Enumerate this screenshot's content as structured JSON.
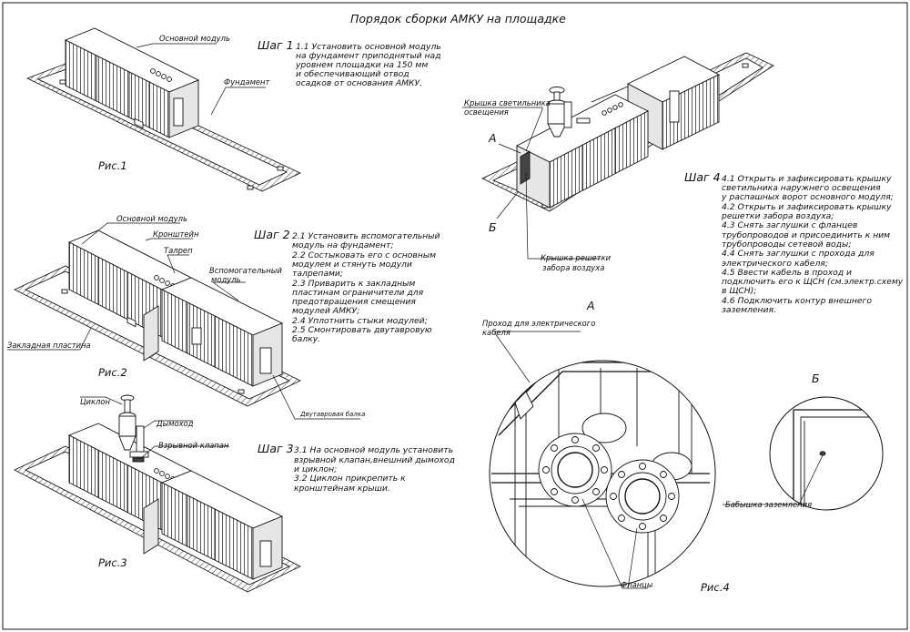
{
  "title": "Порядок сборки АМКУ на площадке",
  "labels": {
    "main_module": "Основной модуль",
    "foundation": "Фундамент",
    "main_module_2": "Основной модуль",
    "bracket": "Кронштейн",
    "turnbuckle": "Талреп",
    "aux_module_1": "Вспомогательный",
    "aux_module_2": "модуль",
    "embedded_plate": "Закладная пластина",
    "i_beam": "Двутавровая балка",
    "cyclone": "Циклон",
    "flue": "Дымоход",
    "blast_valve": "Взрывной клапан",
    "lamp_cover_1": "Крышка светильника",
    "lamp_cover_2": "освещения",
    "grille_cover_1": "Крышка решетки",
    "grille_cover_2": "забора воздуха",
    "cable_passage_1": "Проход для электрического",
    "cable_passage_2": "кабеля",
    "flanges": "Фланцы",
    "ground_boss": "Бабышка заземления",
    "callout_a": "А",
    "callout_b": "Б",
    "detail_a": "А",
    "detail_b": "Б"
  },
  "figures": [
    "Рис.1",
    "Рис.2",
    "Рис.3",
    "Рис.4"
  ],
  "steps": [
    {
      "heading": "Шаг 1",
      "lines": [
        "1.1 Установить основной модуль",
        "на фундамент приподнятый над",
        "уровнем площадки на 150 мм",
        "и обеспечивающий отвод",
        "осадков от основания АМКУ."
      ]
    },
    {
      "heading": "Шаг 2",
      "lines": [
        "2.1 Установить вспомогательный",
        "модуль на фундамент;",
        "2.2 Состыковать его с основным",
        "модулем и стянуть модули",
        "талрепами;",
        "2.3 Приварить к закладным",
        "пластинам ограничители для",
        "предотвращения смещения",
        "модулей АМКУ;",
        "2.4 Уплотнить стыки модулей;",
        "2.5 Смонтировать двутавровую",
        "балку."
      ]
    },
    {
      "heading": "Шаг 3",
      "lines": [
        "3.1 На основной модуль установить",
        "взрывной клапан,внешний дымоход",
        "и циклон;",
        "3.2 Циклон прикрепить к",
        "кронштейнам крыши."
      ]
    },
    {
      "heading": "Шаг 4",
      "lines": [
        "4.1 Открыть и зафиксировать крышку",
        "светильника наружнего освещения",
        "у распашных ворот основного модуля;",
        "4.2 Открыть и зафиксировать крышку",
        "решетки забора воздуха;",
        "4.3 Снять заглушки с фланцев",
        "трубопроводов и присоединить к ним",
        "трубопроводы сетевой воды;",
        "4.4 Снять заглушки с прохода для",
        "электрического кабеля;",
        "4.5 Ввести кабель в проход и",
        "подключить его к ЩСН (см.электр.схему",
        "в ЩСН);",
        "4.6 Подключить контур внешнего",
        "заземления."
      ]
    }
  ]
}
